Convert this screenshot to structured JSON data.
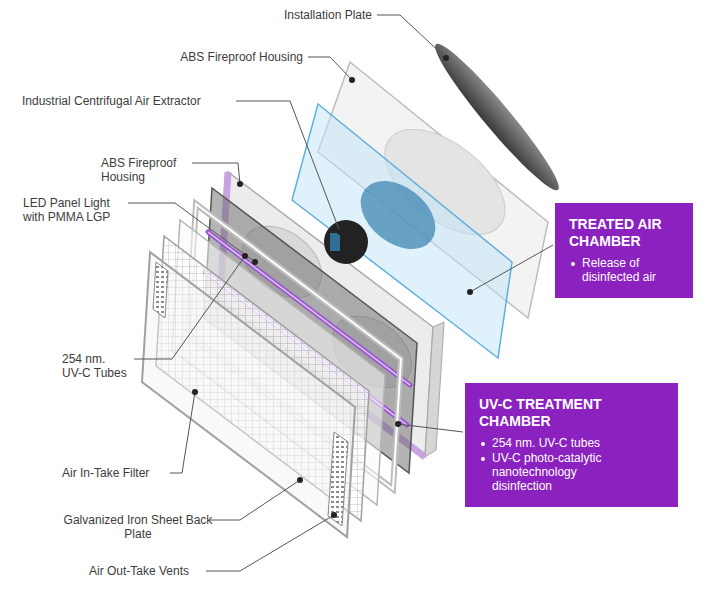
{
  "diagram": {
    "nodes": [
      {
        "text": [
          "TREATED AIR CHAMBER",
          "Release of disinfected air"
        ]
      },
      {
        "text": [
          "UV-C TREATMENT CHAMBER",
          "254 nm. UV-C tubes",
          "UV-C photo-catalytic nanotechnology disinfection"
        ]
      }
    ],
    "labels": [
      "Installation Plate",
      "ABS Fireproof Housing",
      "Industrial Centrifugal Air Extractor",
      "ABS Fireproof Housing",
      "LED Panel Light with PMMA LGP",
      "254 nm. UV-C Tubes",
      "Air In-Take Filter",
      "Galvanized Iron Sheet Back Plate",
      "Air Out-Take Vents"
    ]
  }
}
